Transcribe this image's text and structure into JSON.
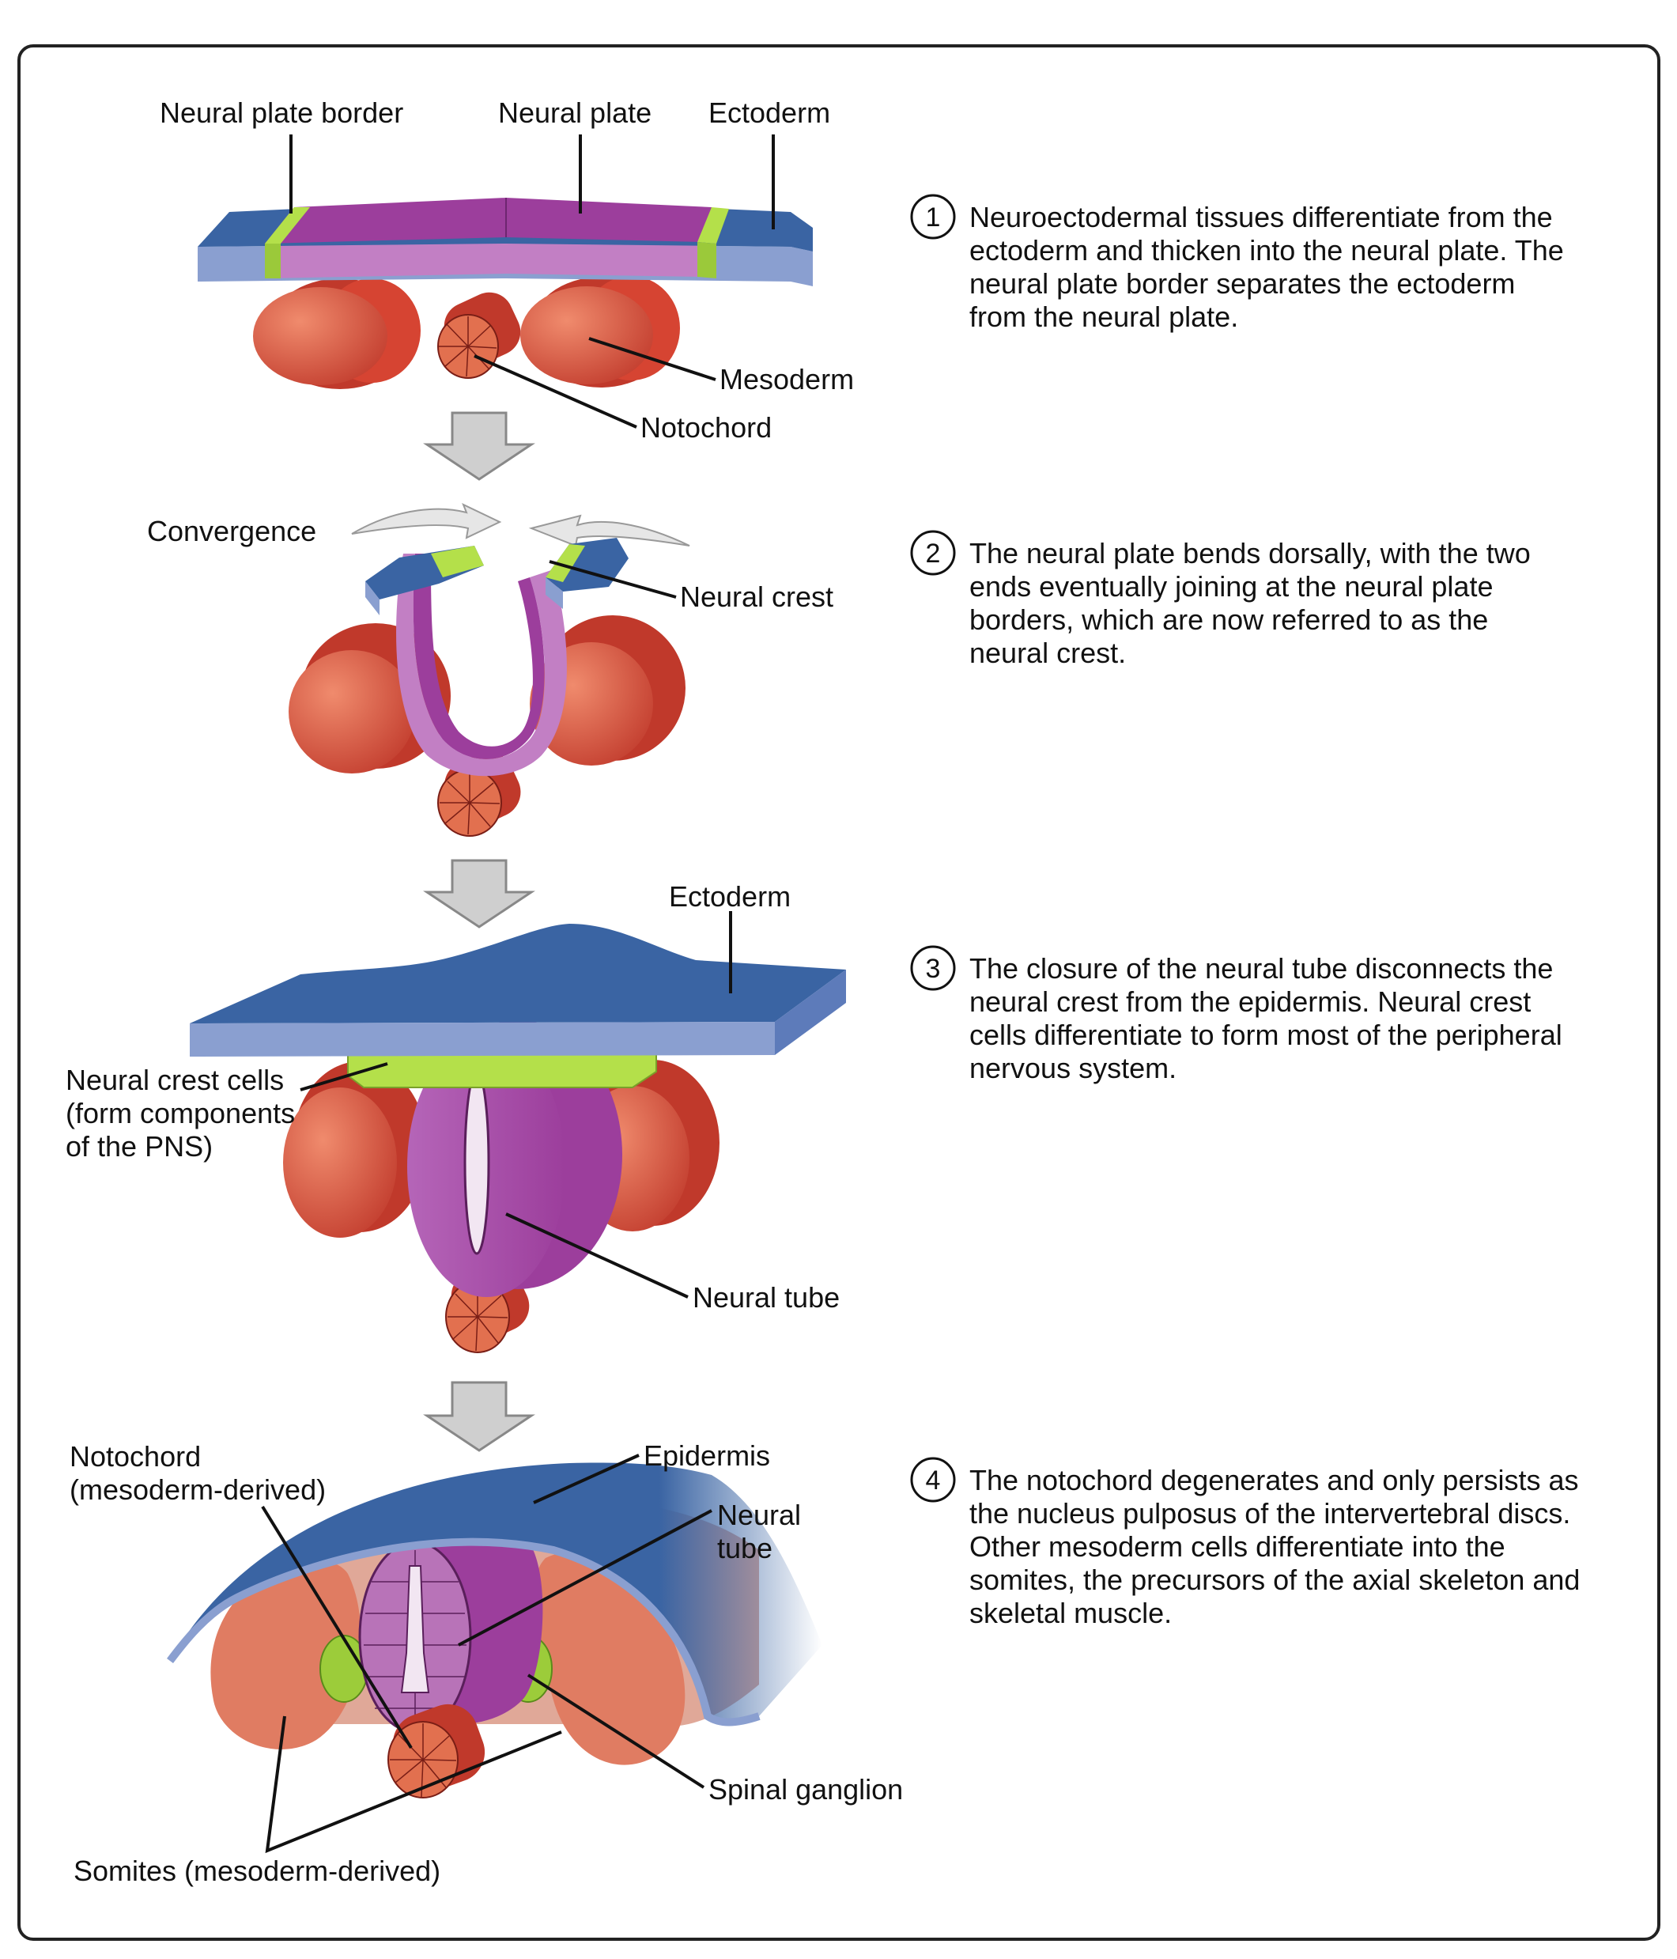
{
  "stage1": {
    "labels": {
      "neural_plate_border": "Neural plate border",
      "neural_plate": "Neural plate",
      "ectoderm": "Ectoderm",
      "mesoderm": "Mesoderm",
      "notochord": "Notochord"
    }
  },
  "stage2": {
    "labels": {
      "convergence": "Convergence",
      "neural_crest": "Neural crest"
    }
  },
  "stage3": {
    "labels": {
      "ectoderm": "Ectoderm",
      "neural_crest_cells": [
        "Neural crest cells",
        "(form components",
        "of the PNS)"
      ],
      "neural_tube": "Neural tube"
    }
  },
  "stage4": {
    "labels": {
      "notochord": [
        "Notochord",
        "(mesoderm-derived)"
      ],
      "epidermis": "Epidermis",
      "neural_tube": [
        "Neural",
        "tube"
      ],
      "spinal_ganglion": "Spinal ganglion",
      "somites": "Somites (mesoderm-derived)"
    }
  },
  "steps": [
    {
      "number": "1",
      "lines": [
        "Neuroectodermal tissues differentiate from the",
        "ectoderm and thicken into the neural plate. The",
        "neural plate border separates the ectoderm",
        "from the neural plate."
      ]
    },
    {
      "number": "2",
      "lines": [
        "The neural plate bends dorsally, with the two",
        "ends eventually joining at the neural plate",
        "borders, which are now referred to as the",
        "neural crest."
      ]
    },
    {
      "number": "3",
      "lines": [
        "The closure of the neural tube disconnects the",
        "neural crest from the epidermis. Neural crest",
        "cells differentiate to form most of the peripheral",
        "nervous system."
      ]
    },
    {
      "number": "4",
      "lines": [
        "The notochord degenerates and only persists as",
        "the nucleus pulposus of the intervertebral discs.",
        "Other mesoderm cells differentiate into the",
        "somites, the precursors of the axial skeleton and",
        "skeletal muscle."
      ]
    }
  ],
  "colors": {
    "ectoderm": "#3a64a3",
    "ectoderm_side": "#8a9fd0",
    "neural_plate": "#9c3e9c",
    "neural_plate_light": "#c27fc4",
    "border_green": "#b4e04a",
    "mesoderm": "#d64432",
    "mesoderm_light": "#e8705a",
    "somite": "#e07c62",
    "arrow_gray": "#c8c8c8"
  }
}
